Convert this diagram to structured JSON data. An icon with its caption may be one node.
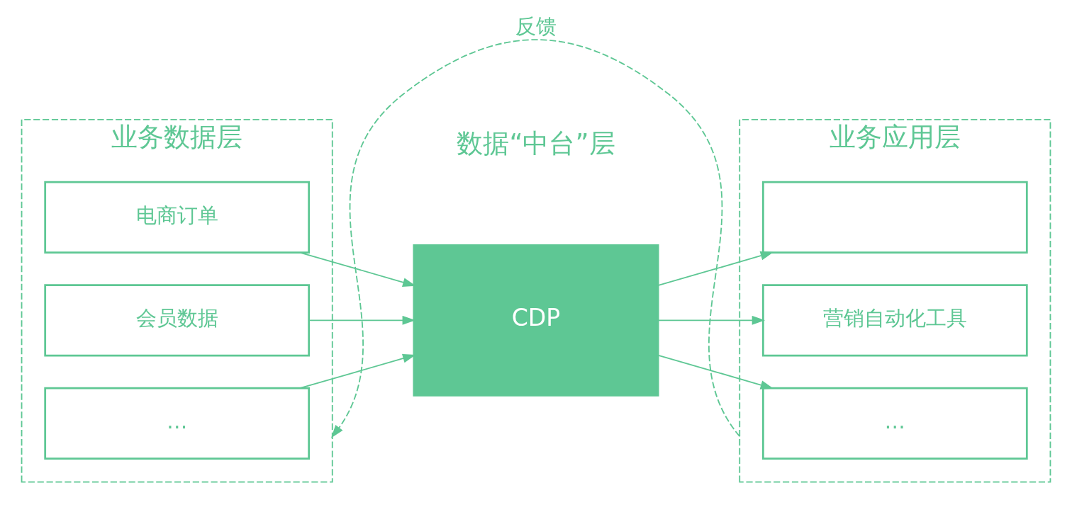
{
  "diagram": {
    "nodes": [
      {
        "text": [
          "业务数据层"
        ]
      },
      {
        "text": [
          "电商订单"
        ],
        "in": 0
      },
      {
        "text": [
          "会员数据"
        ],
        "in": 0
      },
      {
        "text": [
          "…"
        ],
        "in": 0
      },
      {
        "text": [
          "CDP"
        ]
      },
      {
        "text": [
          "业务应用层"
        ]
      },
      {
        "text": [],
        "shape": "box",
        "in": 5
      },
      {
        "text": [
          "营销自动化工具"
        ],
        "in": 5
      },
      {
        "text": [
          "…"
        ],
        "in": 5
      }
    ],
    "edges": [
      {
        "from": 1,
        "to": 4,
        "arrow": "to"
      },
      {
        "from": 2,
        "to": 4,
        "arrow": "to"
      },
      {
        "from": 3,
        "to": 4,
        "arrow": "to"
      },
      {
        "from": 4,
        "to": 6,
        "arrow": "to"
      },
      {
        "from": 4,
        "to": 7,
        "arrow": "to"
      },
      {
        "from": 4,
        "to": 8,
        "arrow": "to"
      },
      {
        "from": 5,
        "to": 0,
        "arrow": "to",
        "style": "dashed",
        "label": "反馈"
      }
    ],
    "labels": [
      "数据“中台”层"
    ]
  }
}
